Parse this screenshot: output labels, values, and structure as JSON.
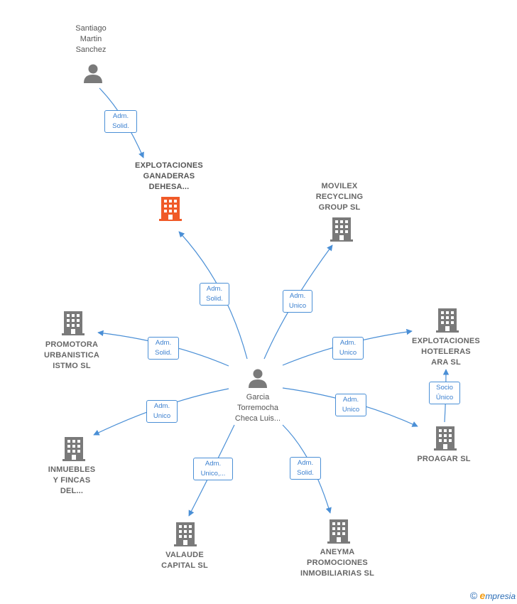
{
  "nodes": {
    "santiago": {
      "name": "Santiago\nMartin\nSanchez",
      "type": "person"
    },
    "garcia": {
      "name": "Garcia\nTorremocha\nCheca Luis...",
      "type": "person"
    },
    "explotaciones_ganaderas": {
      "name": "EXPLOTACIONES\nGANADERAS\nDEHESA...",
      "type": "company-highlight"
    },
    "movilex": {
      "name": "MOVILEX\nRECYCLING\nGROUP  SL",
      "type": "company"
    },
    "promotora": {
      "name": "PROMOTORA\nURBANISTICA\nISTMO  SL",
      "type": "company"
    },
    "explotaciones_hoteleras": {
      "name": "EXPLOTACIONES\nHOTELERAS\nARA  SL",
      "type": "company"
    },
    "inmuebles": {
      "name": "INMUEBLES\nY FINCAS\nDEL...",
      "type": "company"
    },
    "proagar": {
      "name": "PROAGAR SL",
      "type": "company"
    },
    "valaude": {
      "name": "VALAUDE\nCAPITAL  SL",
      "type": "company"
    },
    "aneyma": {
      "name": "ANEYMA\nPROMOCIONES\nINMOBILIARIAS SL",
      "type": "company"
    }
  },
  "edges": {
    "santiago_ganaderas": "Adm.\nSolid.",
    "garcia_ganaderas": "Adm.\nSolid.",
    "garcia_movilex": "Adm.\nUnico",
    "garcia_promotora": "Adm.\nSolid.",
    "garcia_hoteleras": "Adm.\nUnico",
    "garcia_inmuebles": "Adm.\nUnico",
    "garcia_proagar": "Adm.\nUnico",
    "garcia_valaude": "Adm.\nUnico,...",
    "garcia_aneyma": "Adm.\nSolid.",
    "proagar_hoteleras": "Socio\nÚnico"
  },
  "colors": {
    "edge": "#4a8fd6",
    "icon": "#7a7a7a",
    "highlight": "#f05a28"
  },
  "footer": {
    "copyright": "©",
    "brand_initial": "e",
    "brand_rest": "mpresia"
  }
}
